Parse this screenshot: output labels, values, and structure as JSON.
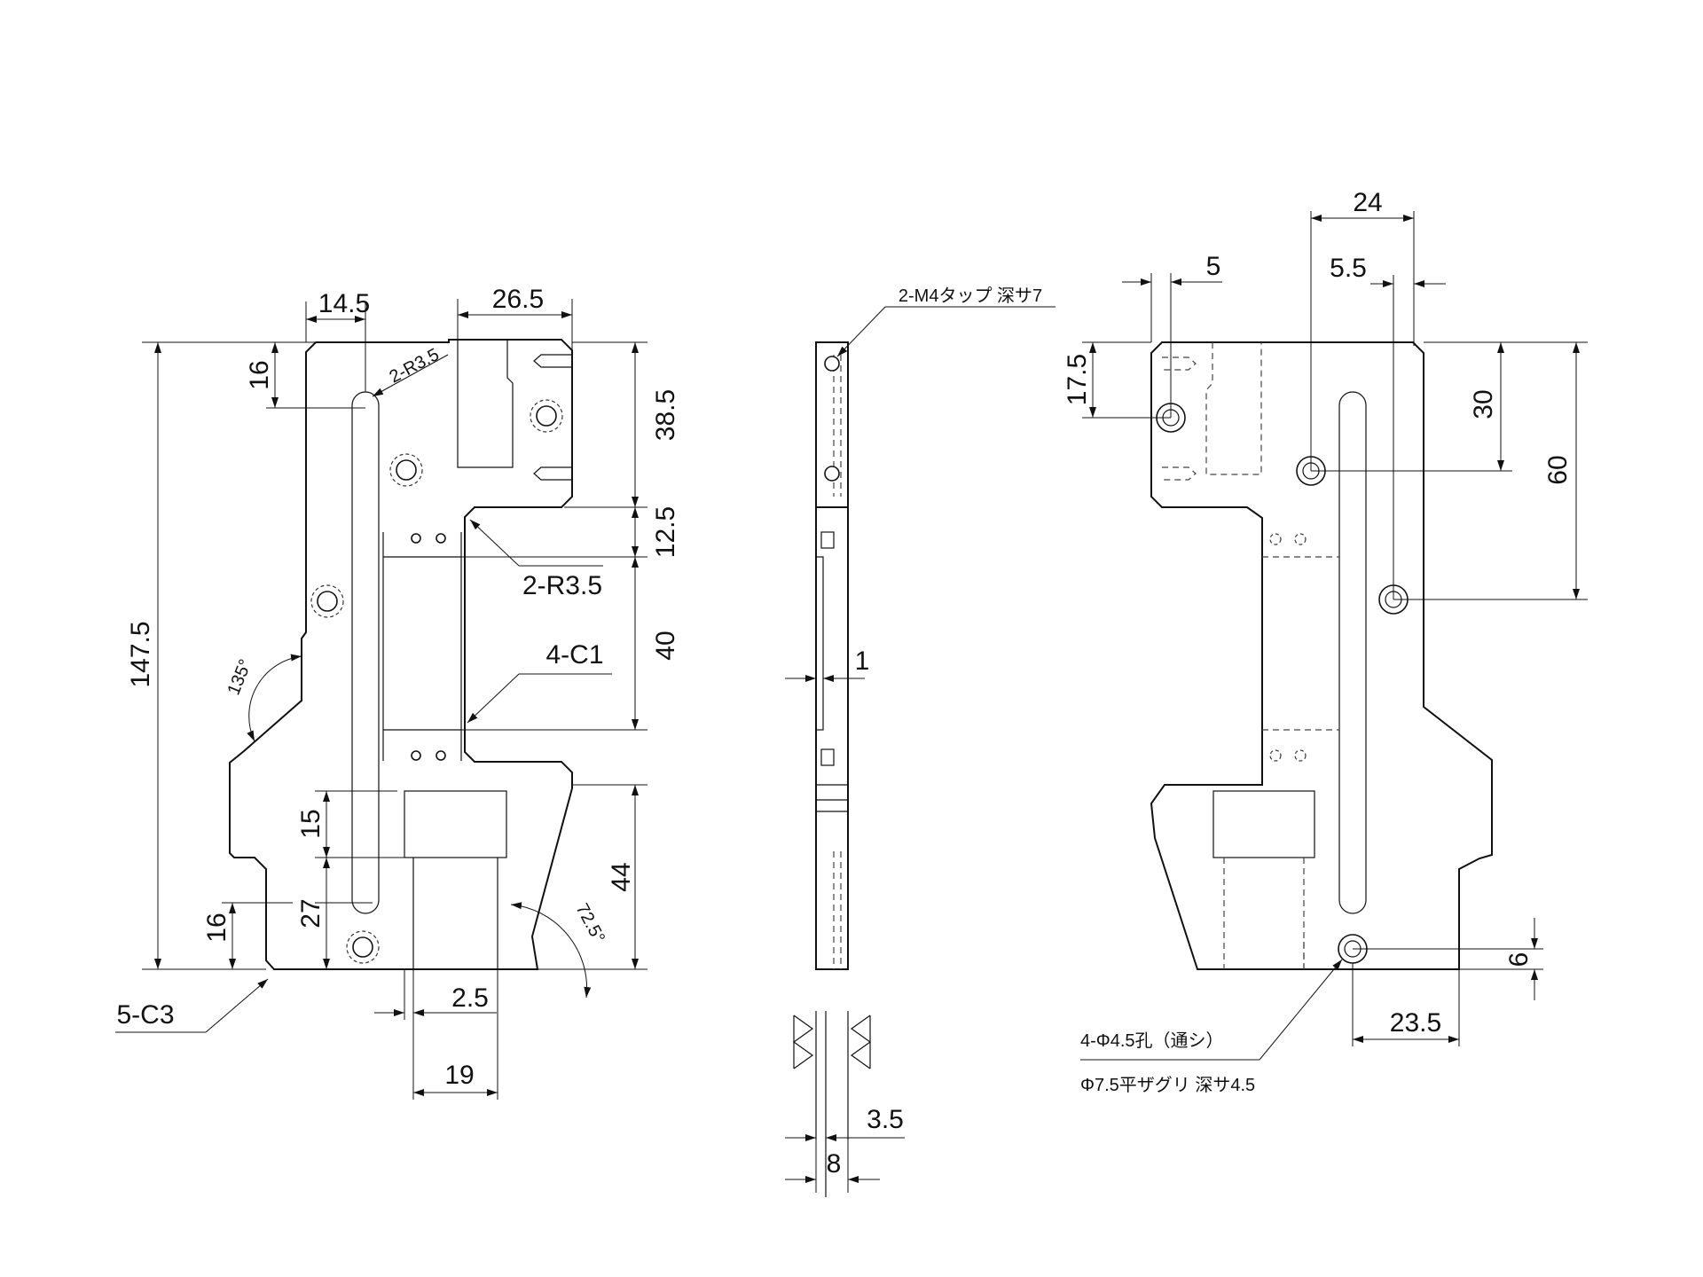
{
  "front_view": {
    "dim_14_5": "14.5",
    "dim_26_5": "26.5",
    "dim_16_top": "16",
    "dim_2_r3_5_small": "2-R3.5",
    "dim_38_5": "38.5",
    "dim_12_5": "12.5",
    "dim_2_r3_5": "2-R3.5",
    "dim_147_5": "147.5",
    "dim_40": "40",
    "dim_4_c1": "4-C1",
    "dim_135deg": "135°",
    "dim_15": "15",
    "dim_44": "44",
    "dim_27": "27",
    "dim_16_bottom": "16",
    "dim_72_5deg": "72.5°",
    "dim_5_c3": "5-C3",
    "dim_2_5": "2.5",
    "dim_19": "19"
  },
  "side_view": {
    "tap_note": "2-M4タップ 深サ7",
    "dim_1": "1",
    "dim_3_5": "3.5",
    "dim_8": "8"
  },
  "rear_view": {
    "dim_24": "24",
    "dim_5": "5",
    "dim_5_5": "5.5",
    "dim_17_5": "17.5",
    "dim_30": "30",
    "dim_60": "60",
    "dim_6": "6",
    "dim_23_5": "23.5",
    "hole_note_line1": "4-Φ4.5孔（通シ）",
    "hole_note_line2": "Φ7.5平ザグリ 深サ4.5"
  }
}
